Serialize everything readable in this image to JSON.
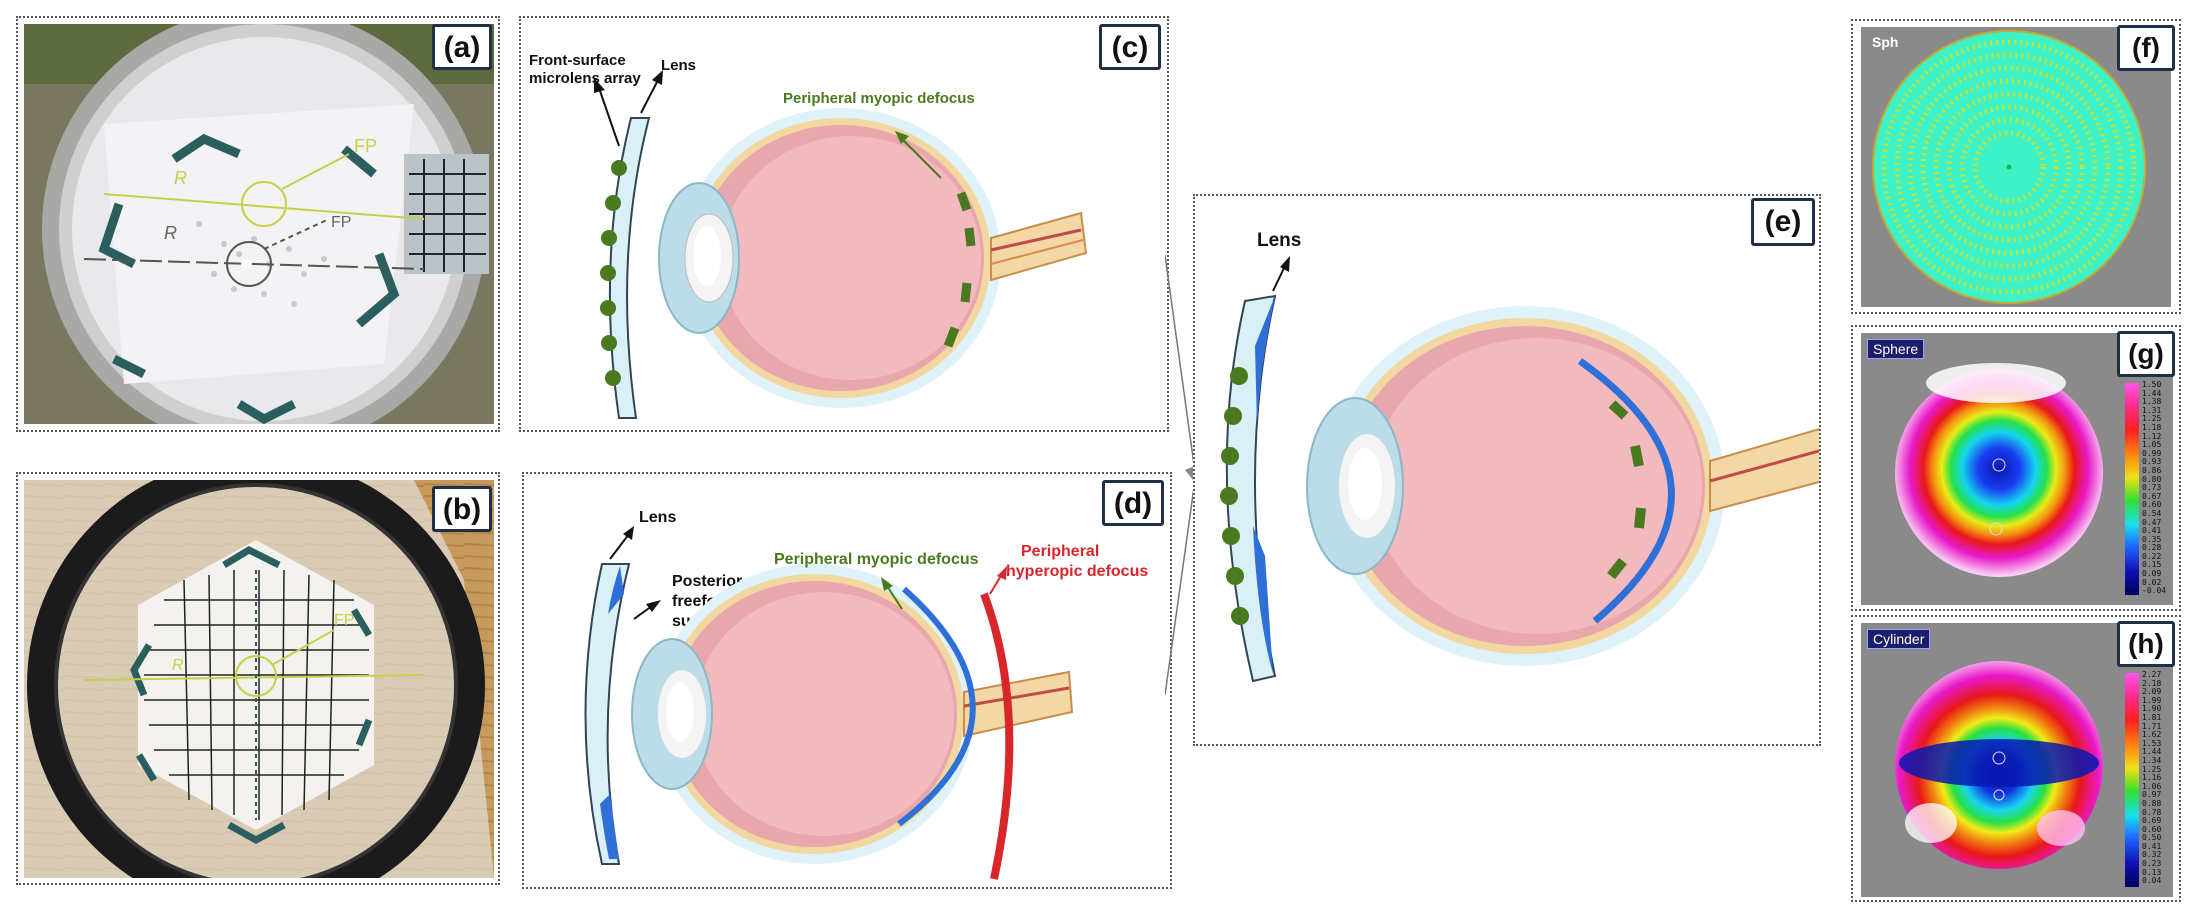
{
  "panels": {
    "a": {
      "tag": "(a)",
      "labels": {
        "fp_top": "FP",
        "r_top": "R",
        "r_mid": "R",
        "fp_mid": "FP"
      }
    },
    "b": {
      "tag": "(b)",
      "labels": {
        "r": "R",
        "fp": "FP"
      }
    },
    "c": {
      "tag": "(c)",
      "microlens": [
        "Front-surface",
        "microlens array"
      ],
      "lens": "Lens",
      "defocus": "Peripheral myopic defocus"
    },
    "d": {
      "tag": "(d)",
      "lens": "Lens",
      "posterior": [
        "Posterior",
        "freeform",
        "surface"
      ],
      "myopic": "Peripheral myopic defocus",
      "hyperopic": [
        "Peripheral",
        "hyperopic defocus"
      ]
    },
    "e": {
      "tag": "(e)",
      "lens": "Lens"
    },
    "f": {
      "tag": "(f)",
      "map_label": "Sph"
    },
    "g": {
      "tag": "(g)",
      "map_label": "Sphere",
      "scale": [
        "1.50",
        "1.44",
        "1.38",
        "1.31",
        "1.25",
        "1.18",
        "1.12",
        "1.05",
        "0.99",
        "0.93",
        "0.86",
        "0.80",
        "0.73",
        "0.67",
        "0.60",
        "0.54",
        "0.47",
        "0.41",
        "0.35",
        "0.28",
        "0.22",
        "0.15",
        "0.09",
        "0.02",
        "-0.04"
      ]
    },
    "h": {
      "tag": "(h)",
      "map_label": "Cylinder",
      "scale": [
        "2.27",
        "2.18",
        "2.09",
        "1.99",
        "1.90",
        "1.81",
        "1.71",
        "1.62",
        "1.53",
        "1.44",
        "1.34",
        "1.25",
        "1.16",
        "1.06",
        "0.97",
        "0.88",
        "0.78",
        "0.69",
        "0.60",
        "0.50",
        "0.41",
        "0.32",
        "0.23",
        "0.13",
        "0.04"
      ]
    }
  },
  "colors": {
    "myopic_green": "#4a7a1f",
    "hyperopic_red": "#d9262b",
    "retina_blue": "#2f6fd8",
    "tag_border": "#1f2f45"
  }
}
